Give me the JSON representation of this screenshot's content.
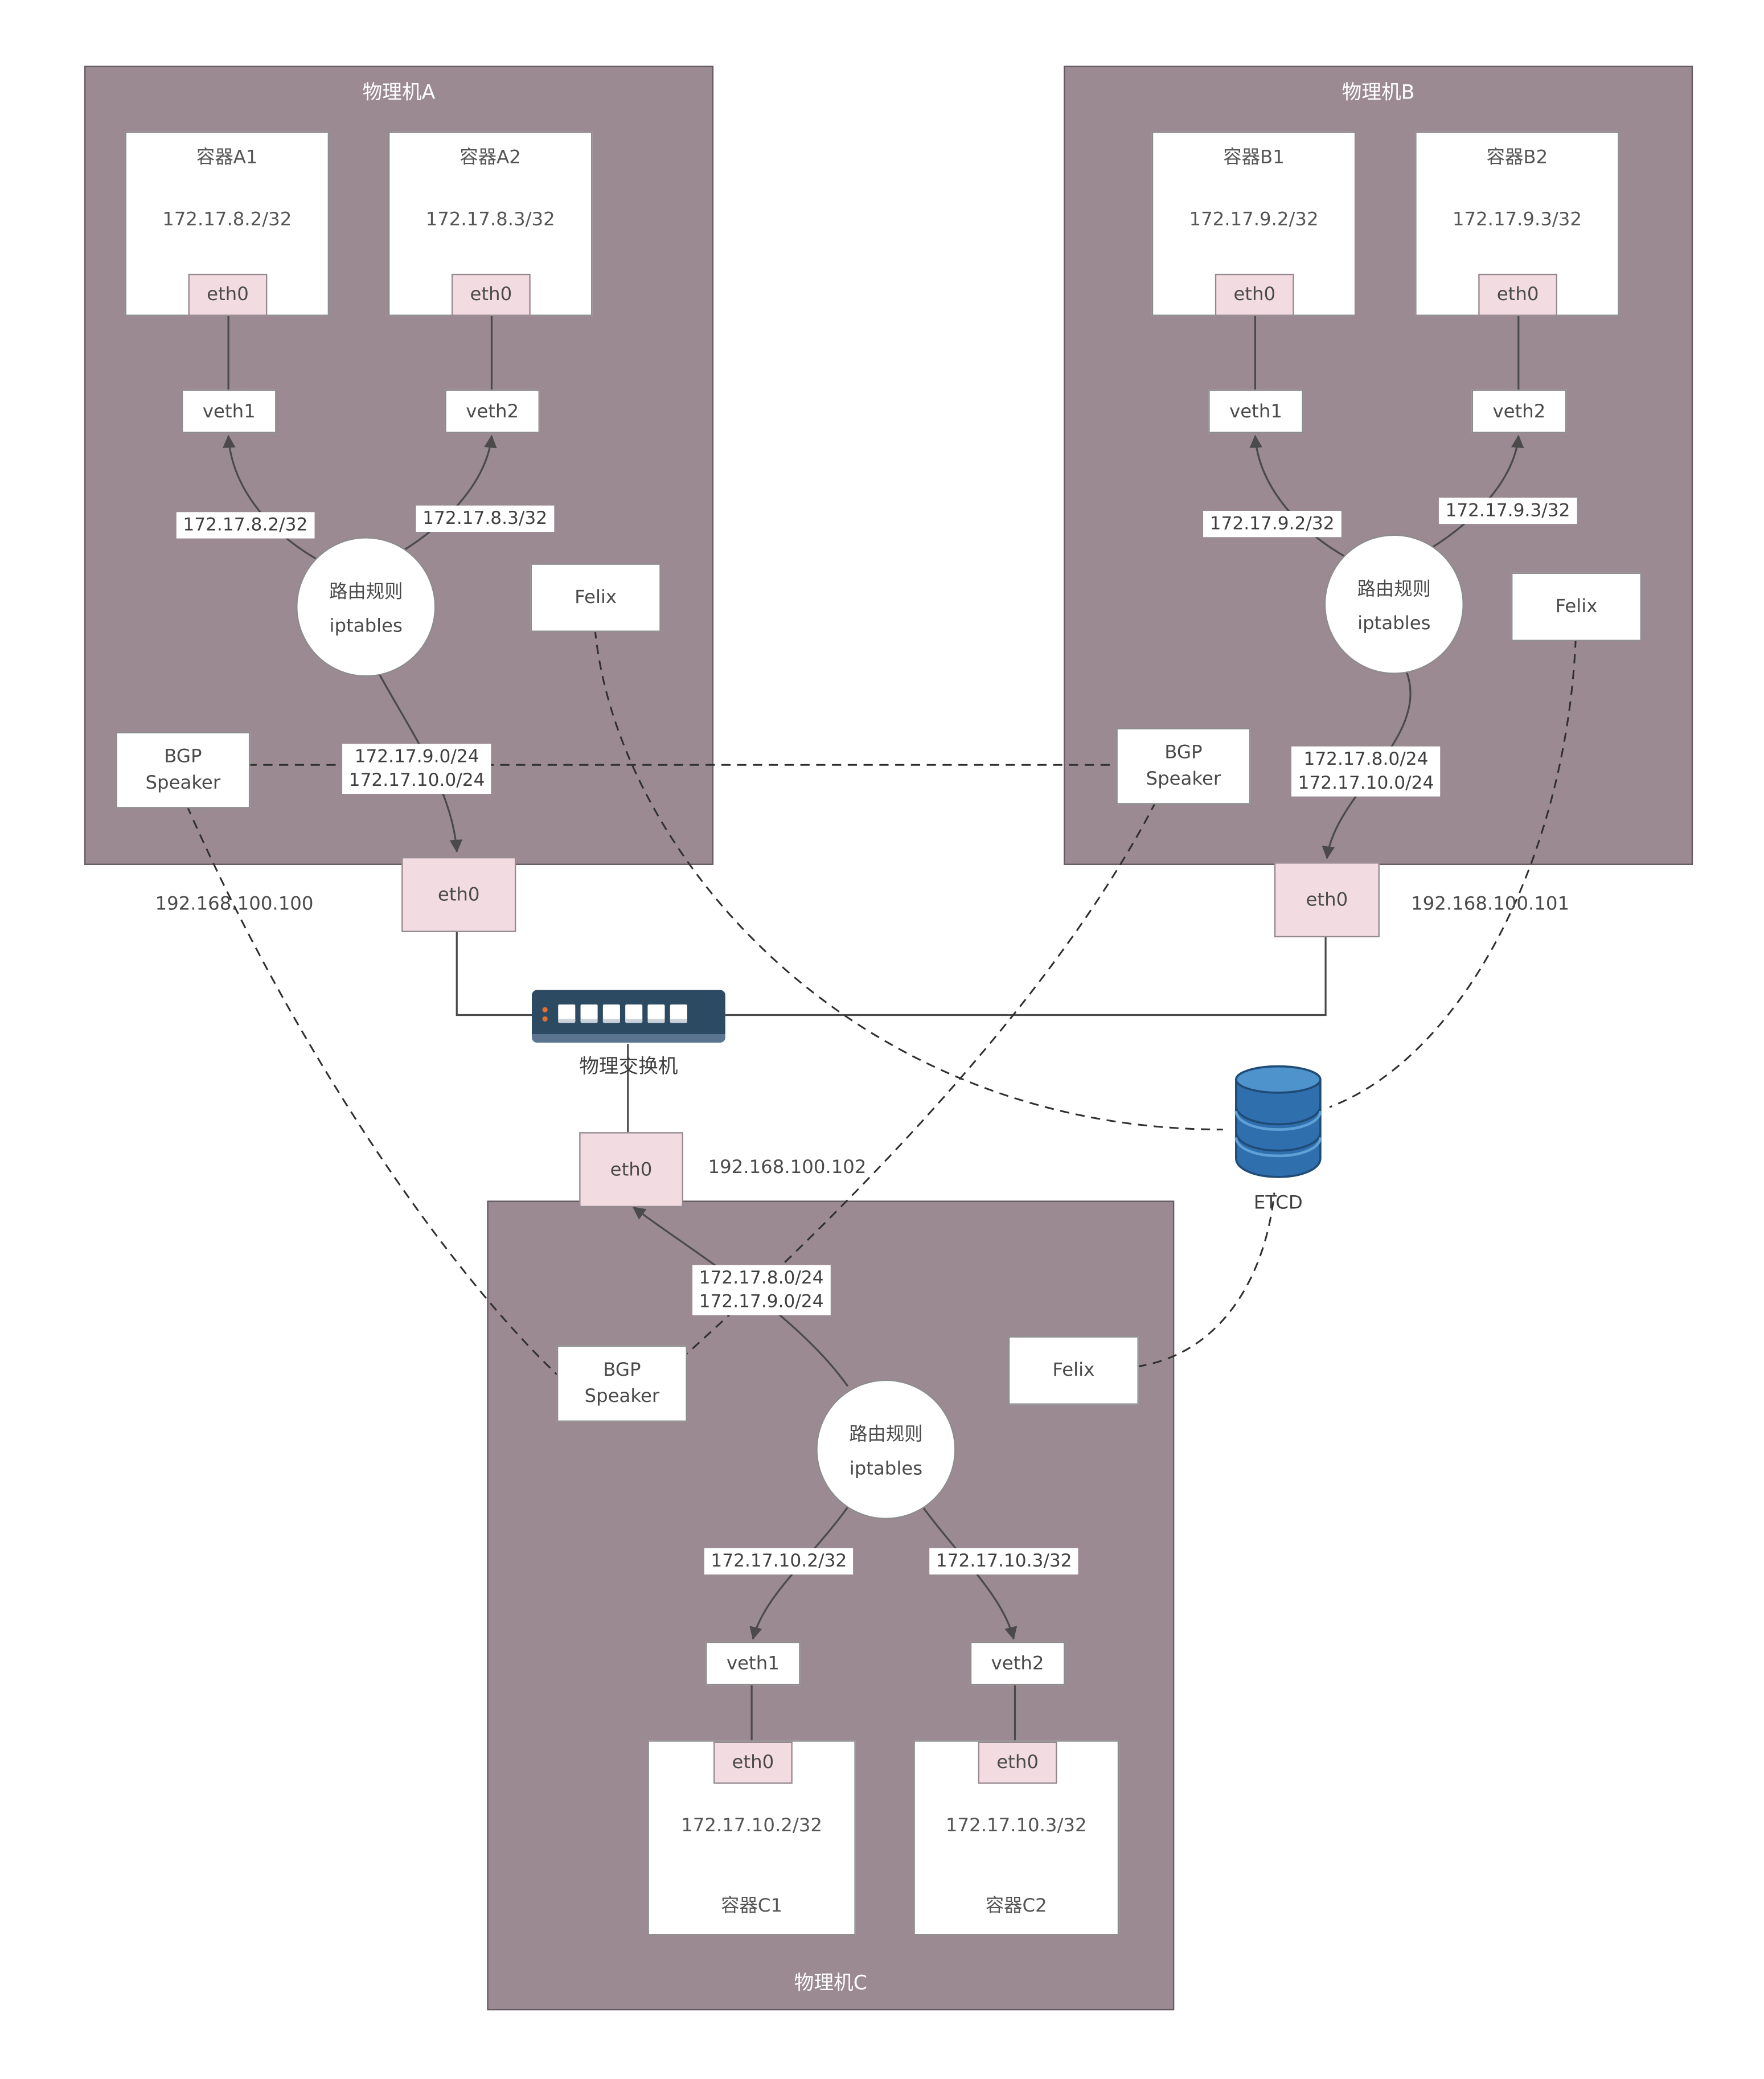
{
  "machine_a": {
    "title": "物理机A",
    "container1": {
      "title": "容器A1",
      "ip": "172.17.8.2/32",
      "eth": "eth0"
    },
    "container2": {
      "title": "容器A2",
      "ip": "172.17.8.3/32",
      "eth": "eth0"
    },
    "veth1": "veth1",
    "veth2": "veth2",
    "route1": "172.17.8.2/32",
    "route2": "172.17.8.3/32",
    "rules1": "路由规则",
    "rules2": "iptables",
    "felix": "Felix",
    "bgp": "BGP Speaker",
    "advert1": "172.17.9.0/24",
    "advert2": "172.17.10.0/24",
    "eth": "eth0",
    "host_ip": "192.168.100.100"
  },
  "machine_b": {
    "title": "物理机B",
    "container1": {
      "title": "容器B1",
      "ip": "172.17.9.2/32",
      "eth": "eth0"
    },
    "container2": {
      "title": "容器B2",
      "ip": "172.17.9.3/32",
      "eth": "eth0"
    },
    "veth1": "veth1",
    "veth2": "veth2",
    "route1": "172.17.9.2/32",
    "route2": "172.17.9.3/32",
    "rules1": "路由规则",
    "rules2": "iptables",
    "felix": "Felix",
    "bgp": "BGP Speaker",
    "advert1": "172.17.8.0/24",
    "advert2": "172.17.10.0/24",
    "eth": "eth0",
    "host_ip": "192.168.100.101"
  },
  "machine_c": {
    "title": "物理机C",
    "container1": {
      "title": "容器C1",
      "ip": "172.17.10.2/32",
      "eth": "eth0"
    },
    "container2": {
      "title": "容器C2",
      "ip": "172.17.10.3/32",
      "eth": "eth0"
    },
    "veth1": "veth1",
    "veth2": "veth2",
    "route1": "172.17.10.2/32",
    "route2": "172.17.10.3/32",
    "rules1": "路由规则",
    "rules2": "iptables",
    "felix": "Felix",
    "bgp": "BGP Speaker",
    "advert1": "172.17.8.0/24",
    "advert2": "172.17.9.0/24",
    "eth": "eth0",
    "host_ip": "192.168.100.102"
  },
  "switch": {
    "label": "物理交换机"
  },
  "etcd": {
    "label": "ETCD"
  }
}
